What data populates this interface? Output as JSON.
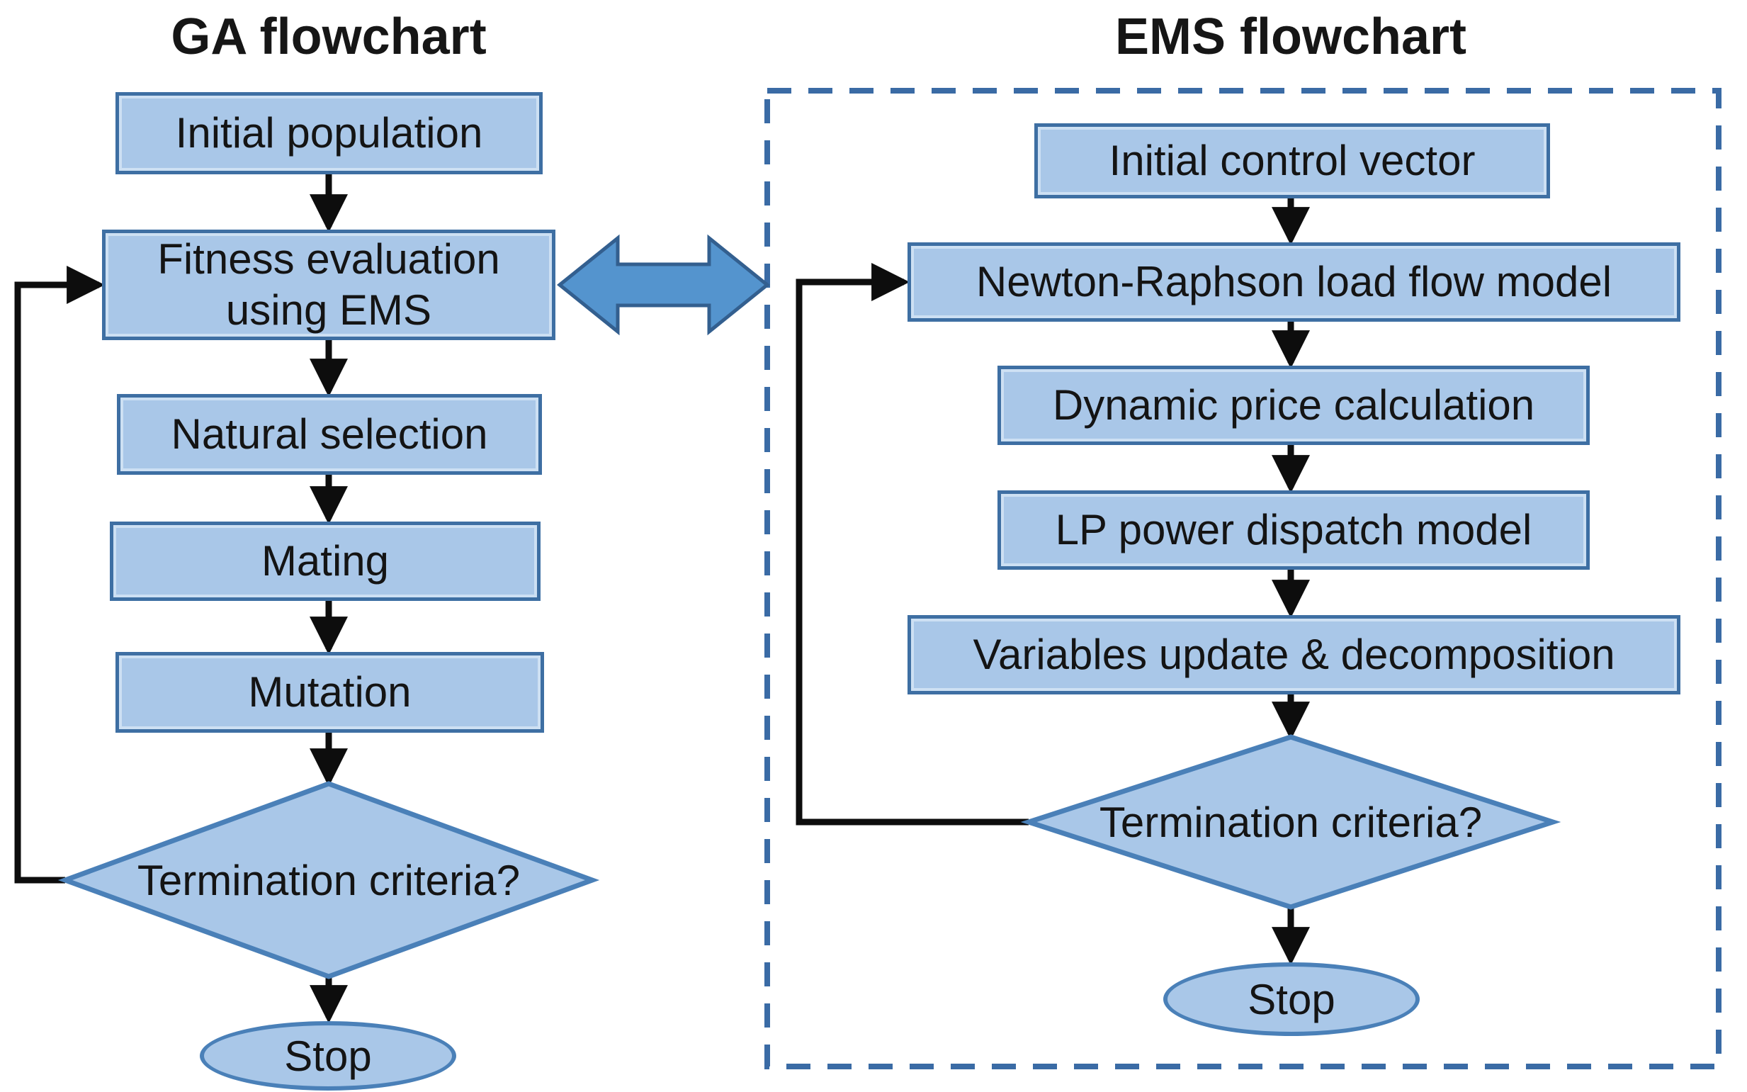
{
  "ga": {
    "title": "GA flowchart",
    "nodes": {
      "initial_population": "Initial population",
      "fitness_evaluation": "Fitness evaluation using EMS",
      "natural_selection": "Natural selection",
      "mating": "Mating",
      "mutation": "Mutation",
      "termination": "Termination criteria?",
      "stop": "Stop"
    }
  },
  "ems": {
    "title": "EMS flowchart",
    "nodes": {
      "initial_control_vector": "Initial control vector",
      "newton_raphson": "Newton-Raphson load flow model",
      "dynamic_price": "Dynamic price calculation",
      "lp_dispatch": "LP power dispatch model",
      "variables_update": "Variables update & decomposition",
      "termination": "Termination criteria?",
      "stop": "Stop"
    }
  },
  "colors": {
    "background": "#ffffff",
    "node_fill": "#a9c7e8",
    "node_border": "#3e6fa3",
    "shape_stroke": "#4a80b8",
    "connector": "#0d0d0d",
    "link_arrow_fill": "#5494ce",
    "link_arrow_stroke": "#335f8f",
    "dashed_border": "#3a6ba5",
    "text": "#141414"
  }
}
